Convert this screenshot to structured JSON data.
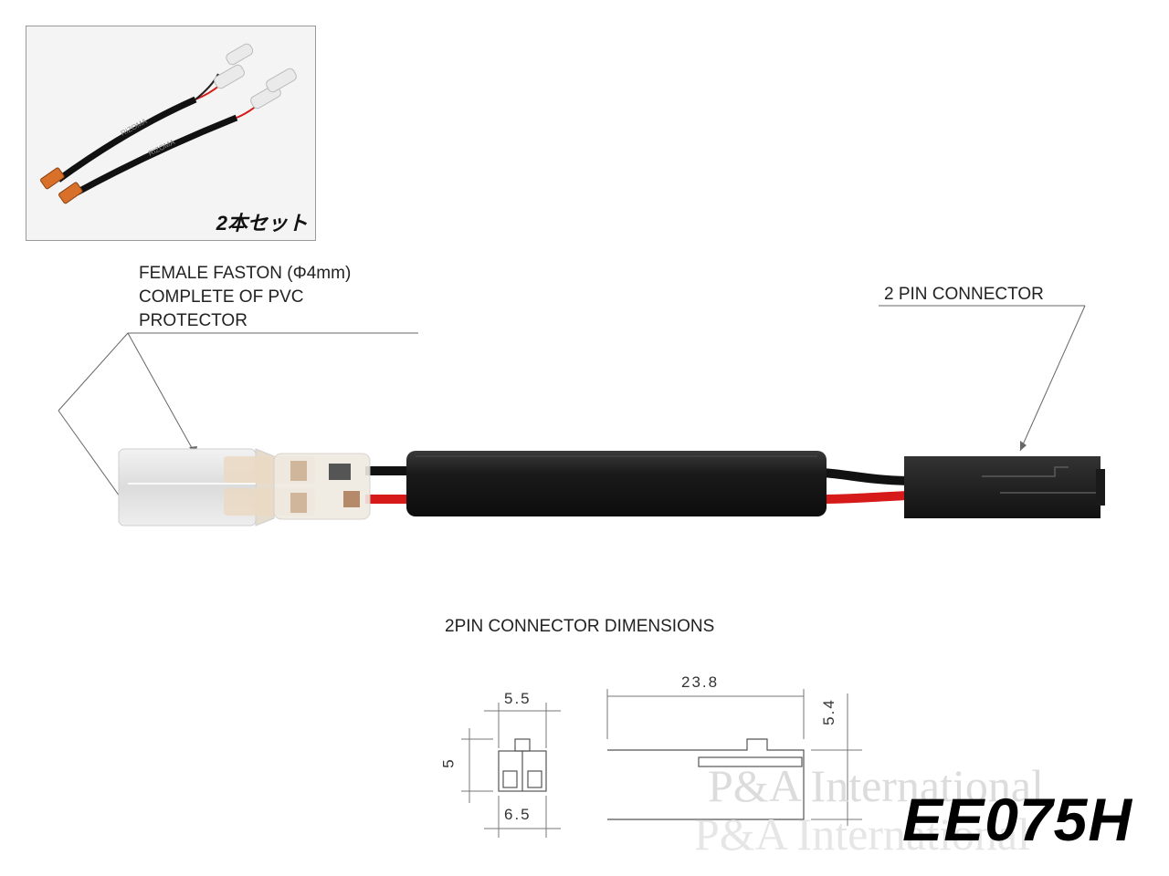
{
  "photo": {
    "caption": "2本セット",
    "cable_print": "RIZOMA"
  },
  "callouts": {
    "faston_line1": "FEMALE FASTON (Φ4mm)",
    "faston_line2": "COMPLETE OF PVC",
    "faston_line3": "PROTECTOR",
    "connector": "2 PIN CONNECTOR"
  },
  "dimensions": {
    "title": "2PIN CONNECTOR  DIMENSIONS",
    "width_top": "5.5",
    "height_left": "5",
    "width_bottom": "6.5",
    "length": "23.8",
    "height_right": "5.4"
  },
  "watermark": {
    "line1": "P&A International",
    "line2": "P&A International"
  },
  "product_code": "EE075H",
  "colors": {
    "wire_red": "#d61a1a",
    "wire_black": "#111111",
    "sleeve": "#1e1e1e",
    "connector": "#262626",
    "terminal": "#d9702a"
  }
}
